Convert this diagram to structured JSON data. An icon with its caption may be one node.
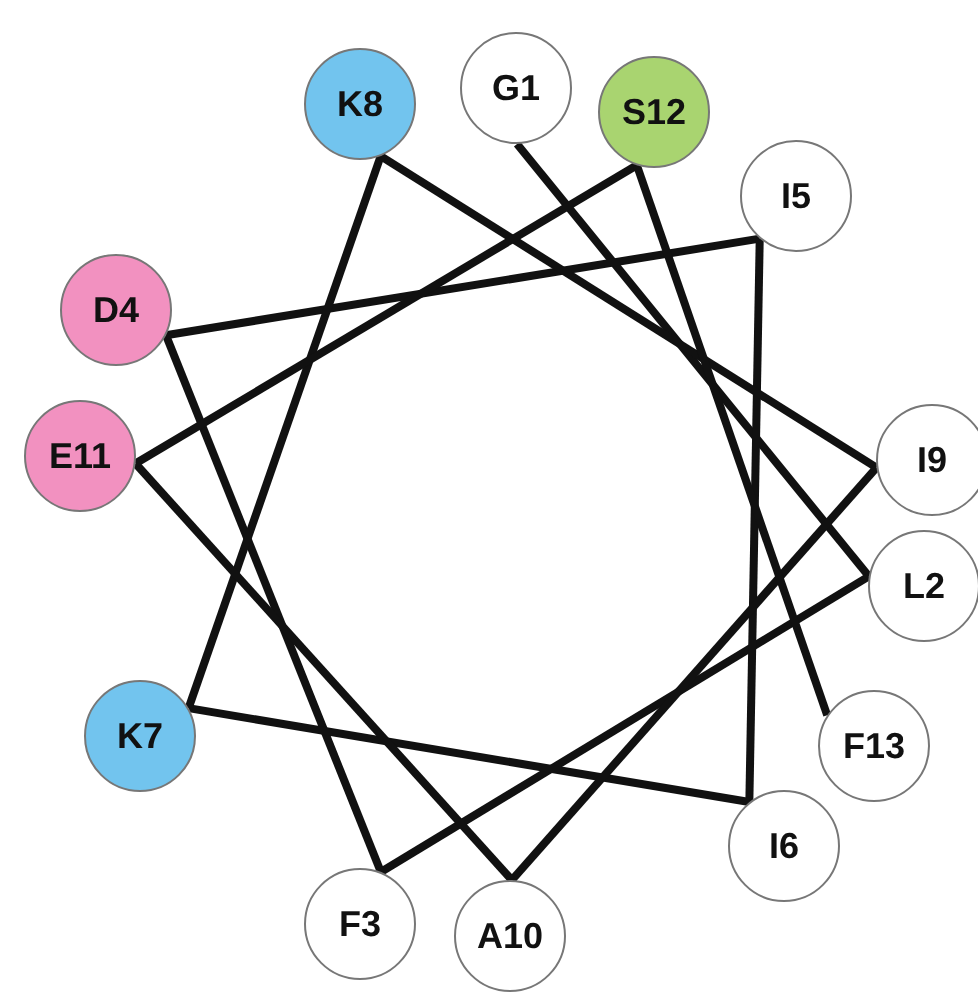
{
  "diagram": {
    "nodes": [
      {
        "text": [
          "G1"
        ]
      },
      {
        "text": [
          "L2"
        ]
      },
      {
        "text": [
          "F3"
        ]
      },
      {
        "text": [
          "D4"
        ]
      },
      {
        "text": [
          "I5"
        ]
      },
      {
        "text": [
          "I6"
        ]
      },
      {
        "text": [
          "K7"
        ]
      },
      {
        "text": [
          "K8"
        ]
      },
      {
        "text": [
          "I9"
        ]
      },
      {
        "text": [
          "A10"
        ]
      },
      {
        "text": [
          "E11"
        ]
      },
      {
        "text": [
          "S12"
        ]
      },
      {
        "text": [
          "F13"
        ]
      }
    ],
    "edges": [
      {
        "from": 0,
        "to": 1,
        "arrow": "none"
      },
      {
        "from": 1,
        "to": 2,
        "arrow": "none"
      },
      {
        "from": 2,
        "to": 3,
        "arrow": "none"
      },
      {
        "from": 3,
        "to": 4,
        "arrow": "none"
      },
      {
        "from": 4,
        "to": 5,
        "arrow": "none"
      },
      {
        "from": 5,
        "to": 6,
        "arrow": "none"
      },
      {
        "from": 6,
        "to": 7,
        "arrow": "none"
      },
      {
        "from": 7,
        "to": 8,
        "arrow": "none"
      },
      {
        "from": 8,
        "to": 9,
        "arrow": "none"
      },
      {
        "from": 9,
        "to": 10,
        "arrow": "none"
      },
      {
        "from": 10,
        "to": 11,
        "arrow": "none"
      },
      {
        "from": 11,
        "to": 12,
        "arrow": "none"
      }
    ]
  }
}
